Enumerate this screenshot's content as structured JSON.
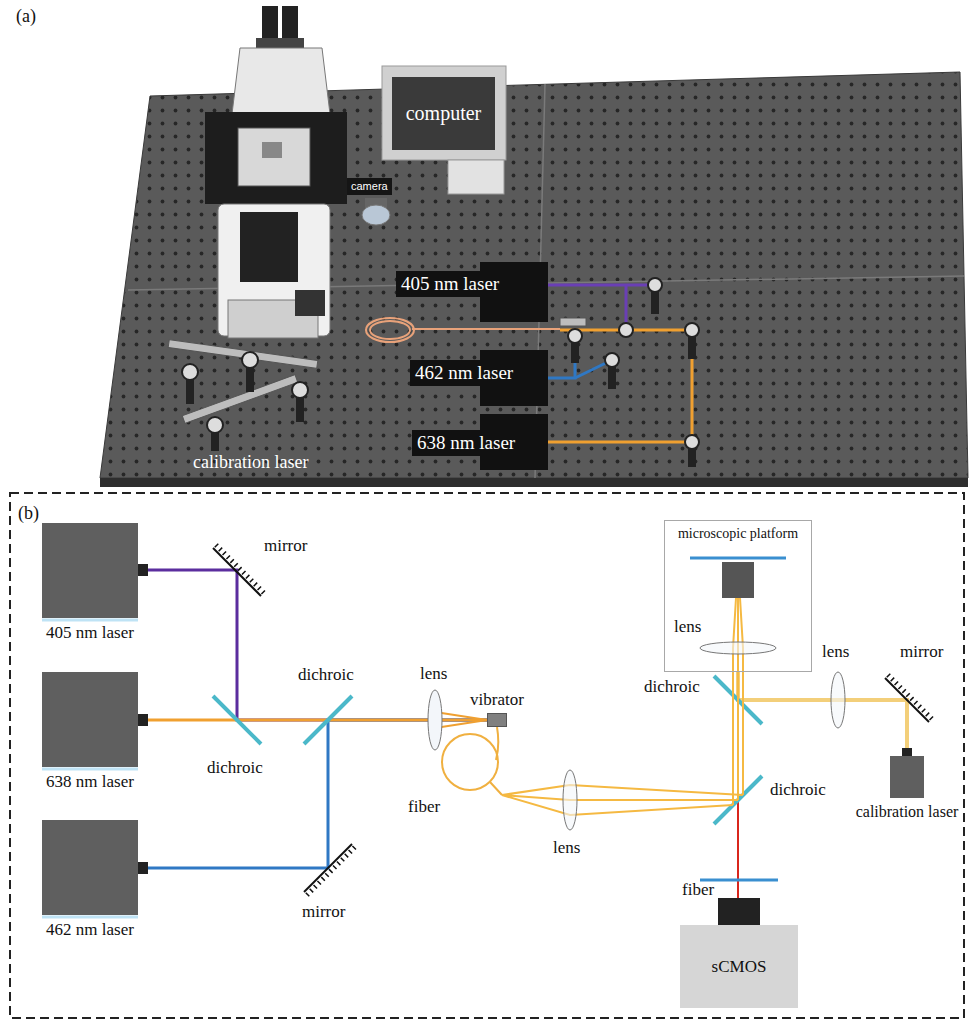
{
  "diagram": {
    "nodes": [
      {
        "text": [
          "computer"
        ]
      },
      {
        "text": [
          "camera"
        ]
      },
      {
        "text": [
          "405 nm laser"
        ]
      },
      {
        "text": [
          "462 nm laser"
        ]
      },
      {
        "text": [
          "638 nm laser"
        ]
      },
      {
        "text": [
          "405 nm laser"
        ]
      },
      {
        "text": [
          "microscopic platform"
        ]
      },
      {
        "text": [
          "vibrator"
        ]
      },
      {
        "text": [
          "638 nm laser"
        ]
      },
      {
        "text": [
          "calibration laser"
        ]
      },
      {
        "text": [
          "462 nm laser"
        ]
      },
      {
        "text": [
          "sCMOS"
        ]
      }
    ],
    "edges": [
      {
        "from": 5,
        "to": 7,
        "arrow": "none"
      },
      {
        "from": 10,
        "to": 7,
        "arrow": "none"
      },
      {
        "from": 8,
        "to": 7,
        "arrow": "none"
      },
      {
        "from": 9,
        "to": 6,
        "arrow": "none"
      },
      {
        "from": 6,
        "to": 11,
        "arrow": "none"
      }
    ],
    "labels": [
      "(a)",
      "calibration laser",
      "(b)",
      "mirror",
      "dichroic",
      "lens",
      "dichroic",
      "fiber",
      "lens",
      "mirror",
      "lens",
      "dichroic",
      "lens",
      "mirror",
      "dichroic",
      "fiber"
    ]
  }
}
